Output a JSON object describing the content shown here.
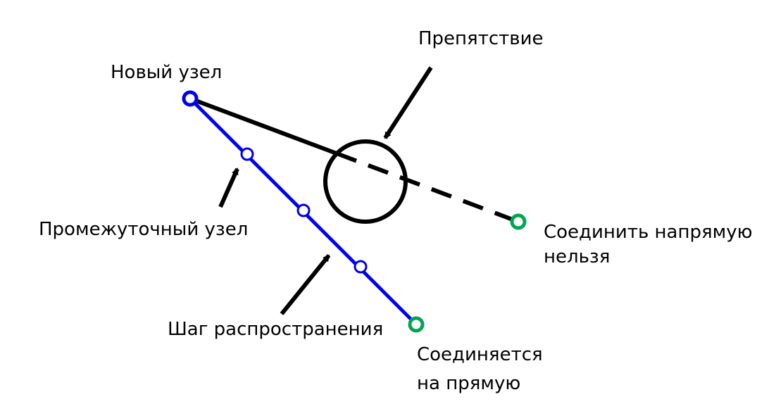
{
  "labels": {
    "obstacle": "Препятствие",
    "new_node": "Новый узел",
    "intermediate_node": "Промежуточный узел",
    "propagation_step": "Шаг распространения",
    "cannot_connect_line1": "Соединить напрямую",
    "cannot_connect_line2": "нельзя",
    "connects_line1": "Соединяется",
    "connects_line2": "на прямую"
  },
  "colors": {
    "path": "#0000ee",
    "target": "#00a651",
    "line": "#000000",
    "background": "#ffffff"
  }
}
